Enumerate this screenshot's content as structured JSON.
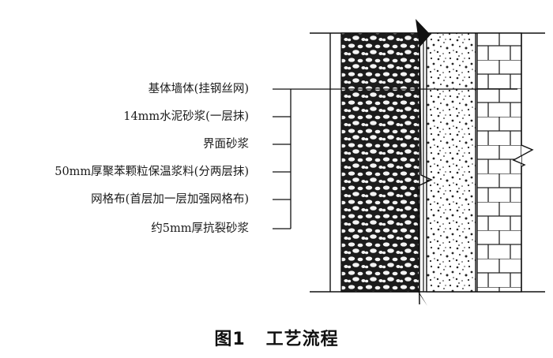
{
  "labels": [
    "基体墙体(挂钢丝网)",
    "14mm水泥砂浆(一层抹)",
    "界面砂浆",
    "50mm厚聚苯颗粒保温浆料(分两层抹)",
    "网格布(首层加一层加强网格布)",
    "约5mm厚抗裂砂浆"
  ],
  "caption": {
    "figure": "图1",
    "title": "工艺流程"
  }
}
